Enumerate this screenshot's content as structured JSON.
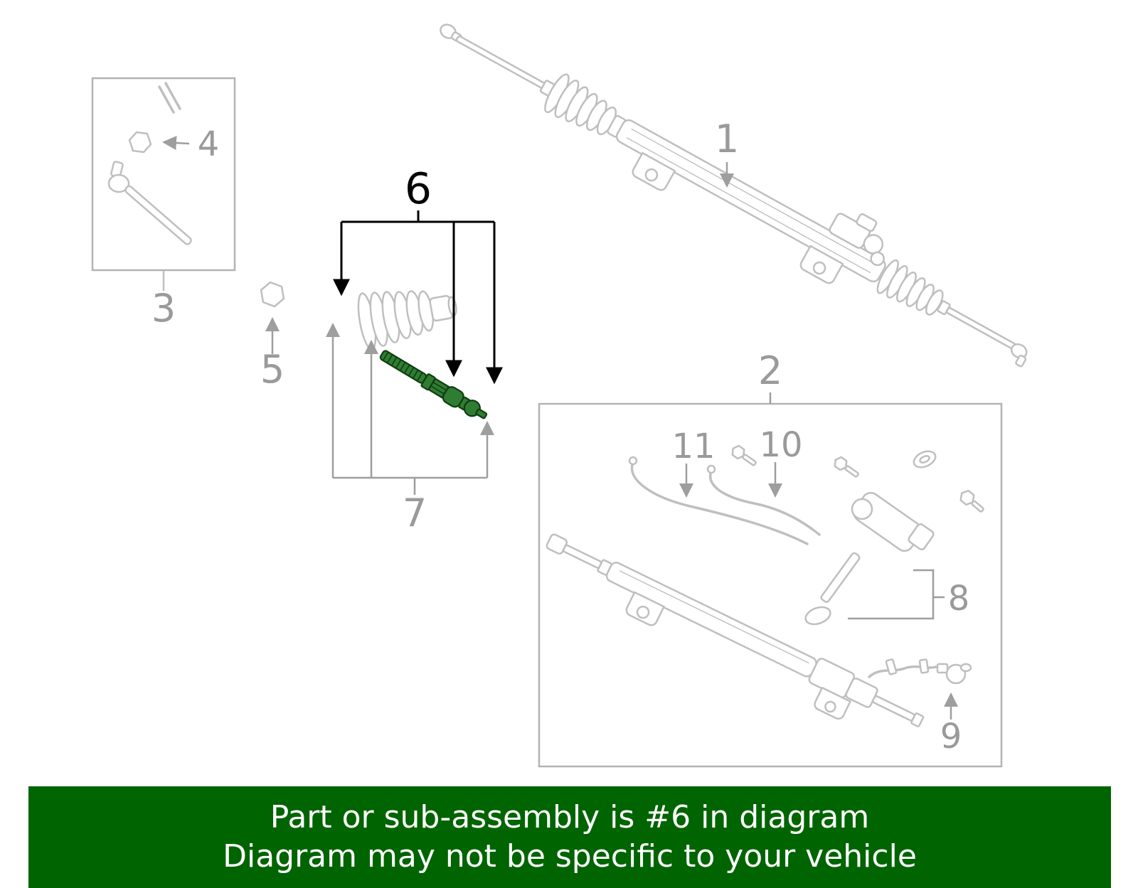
{
  "banner": {
    "line1": "Part or sub-assembly is #6 in diagram",
    "line2": "Diagram may not be specific to your vehicle",
    "background_color": "#006400",
    "text_color": "#ffffff"
  },
  "highlight": {
    "part_number": "6",
    "fill_color": "#2e7d32",
    "stroke_color": "#113c11"
  },
  "diagram": {
    "line_color": "#bfbfbf",
    "label_color": "#9a9a9a",
    "callouts": {
      "n1": "1",
      "n2": "2",
      "n3": "3",
      "n4": "4",
      "n5": "5",
      "n6": "6",
      "n7": "7",
      "n8": "8",
      "n9": "9",
      "n10": "10",
      "n11": "11"
    }
  }
}
